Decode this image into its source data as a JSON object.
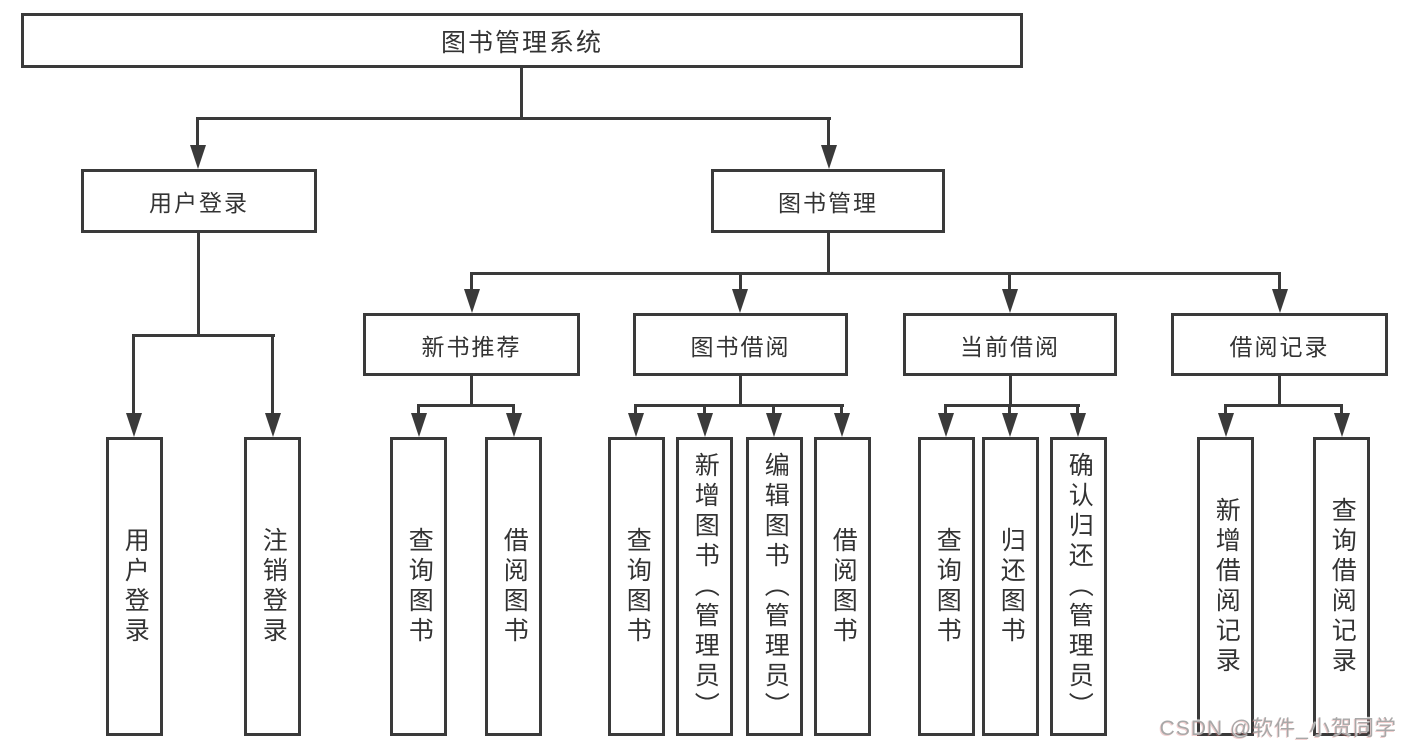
{
  "root": {
    "label": "图书管理系统"
  },
  "level2": {
    "user_login": "用户登录",
    "book_mgmt": "图书管理"
  },
  "level3": {
    "new_book": "新书推荐",
    "borrow": "图书借阅",
    "current": "当前借阅",
    "records": "借阅记录"
  },
  "leaves": {
    "user_login_child1": "用户登录",
    "user_login_child2": "注销登录",
    "new_book_child1": "查询图书",
    "new_book_child2": "借阅图书",
    "borrow_child1": "查询图书",
    "borrow_child2": "新增图书（管理员）",
    "borrow_child3": "编辑图书（管理员）",
    "borrow_child4": "借阅图书",
    "current_child1": "查询图书",
    "current_child2": "归还图书",
    "current_child3": "确认归还（管理员）",
    "records_child1": "新增借阅记录",
    "records_child2": "查询借阅记录"
  },
  "watermark": {
    "text": "CSDN @软件_小贺同学",
    "color": "#a8a8a8"
  },
  "colors": {
    "line": "#3a3a3a",
    "text": "#333333",
    "box_fill": "#ffffff",
    "background": "#ffffff"
  }
}
